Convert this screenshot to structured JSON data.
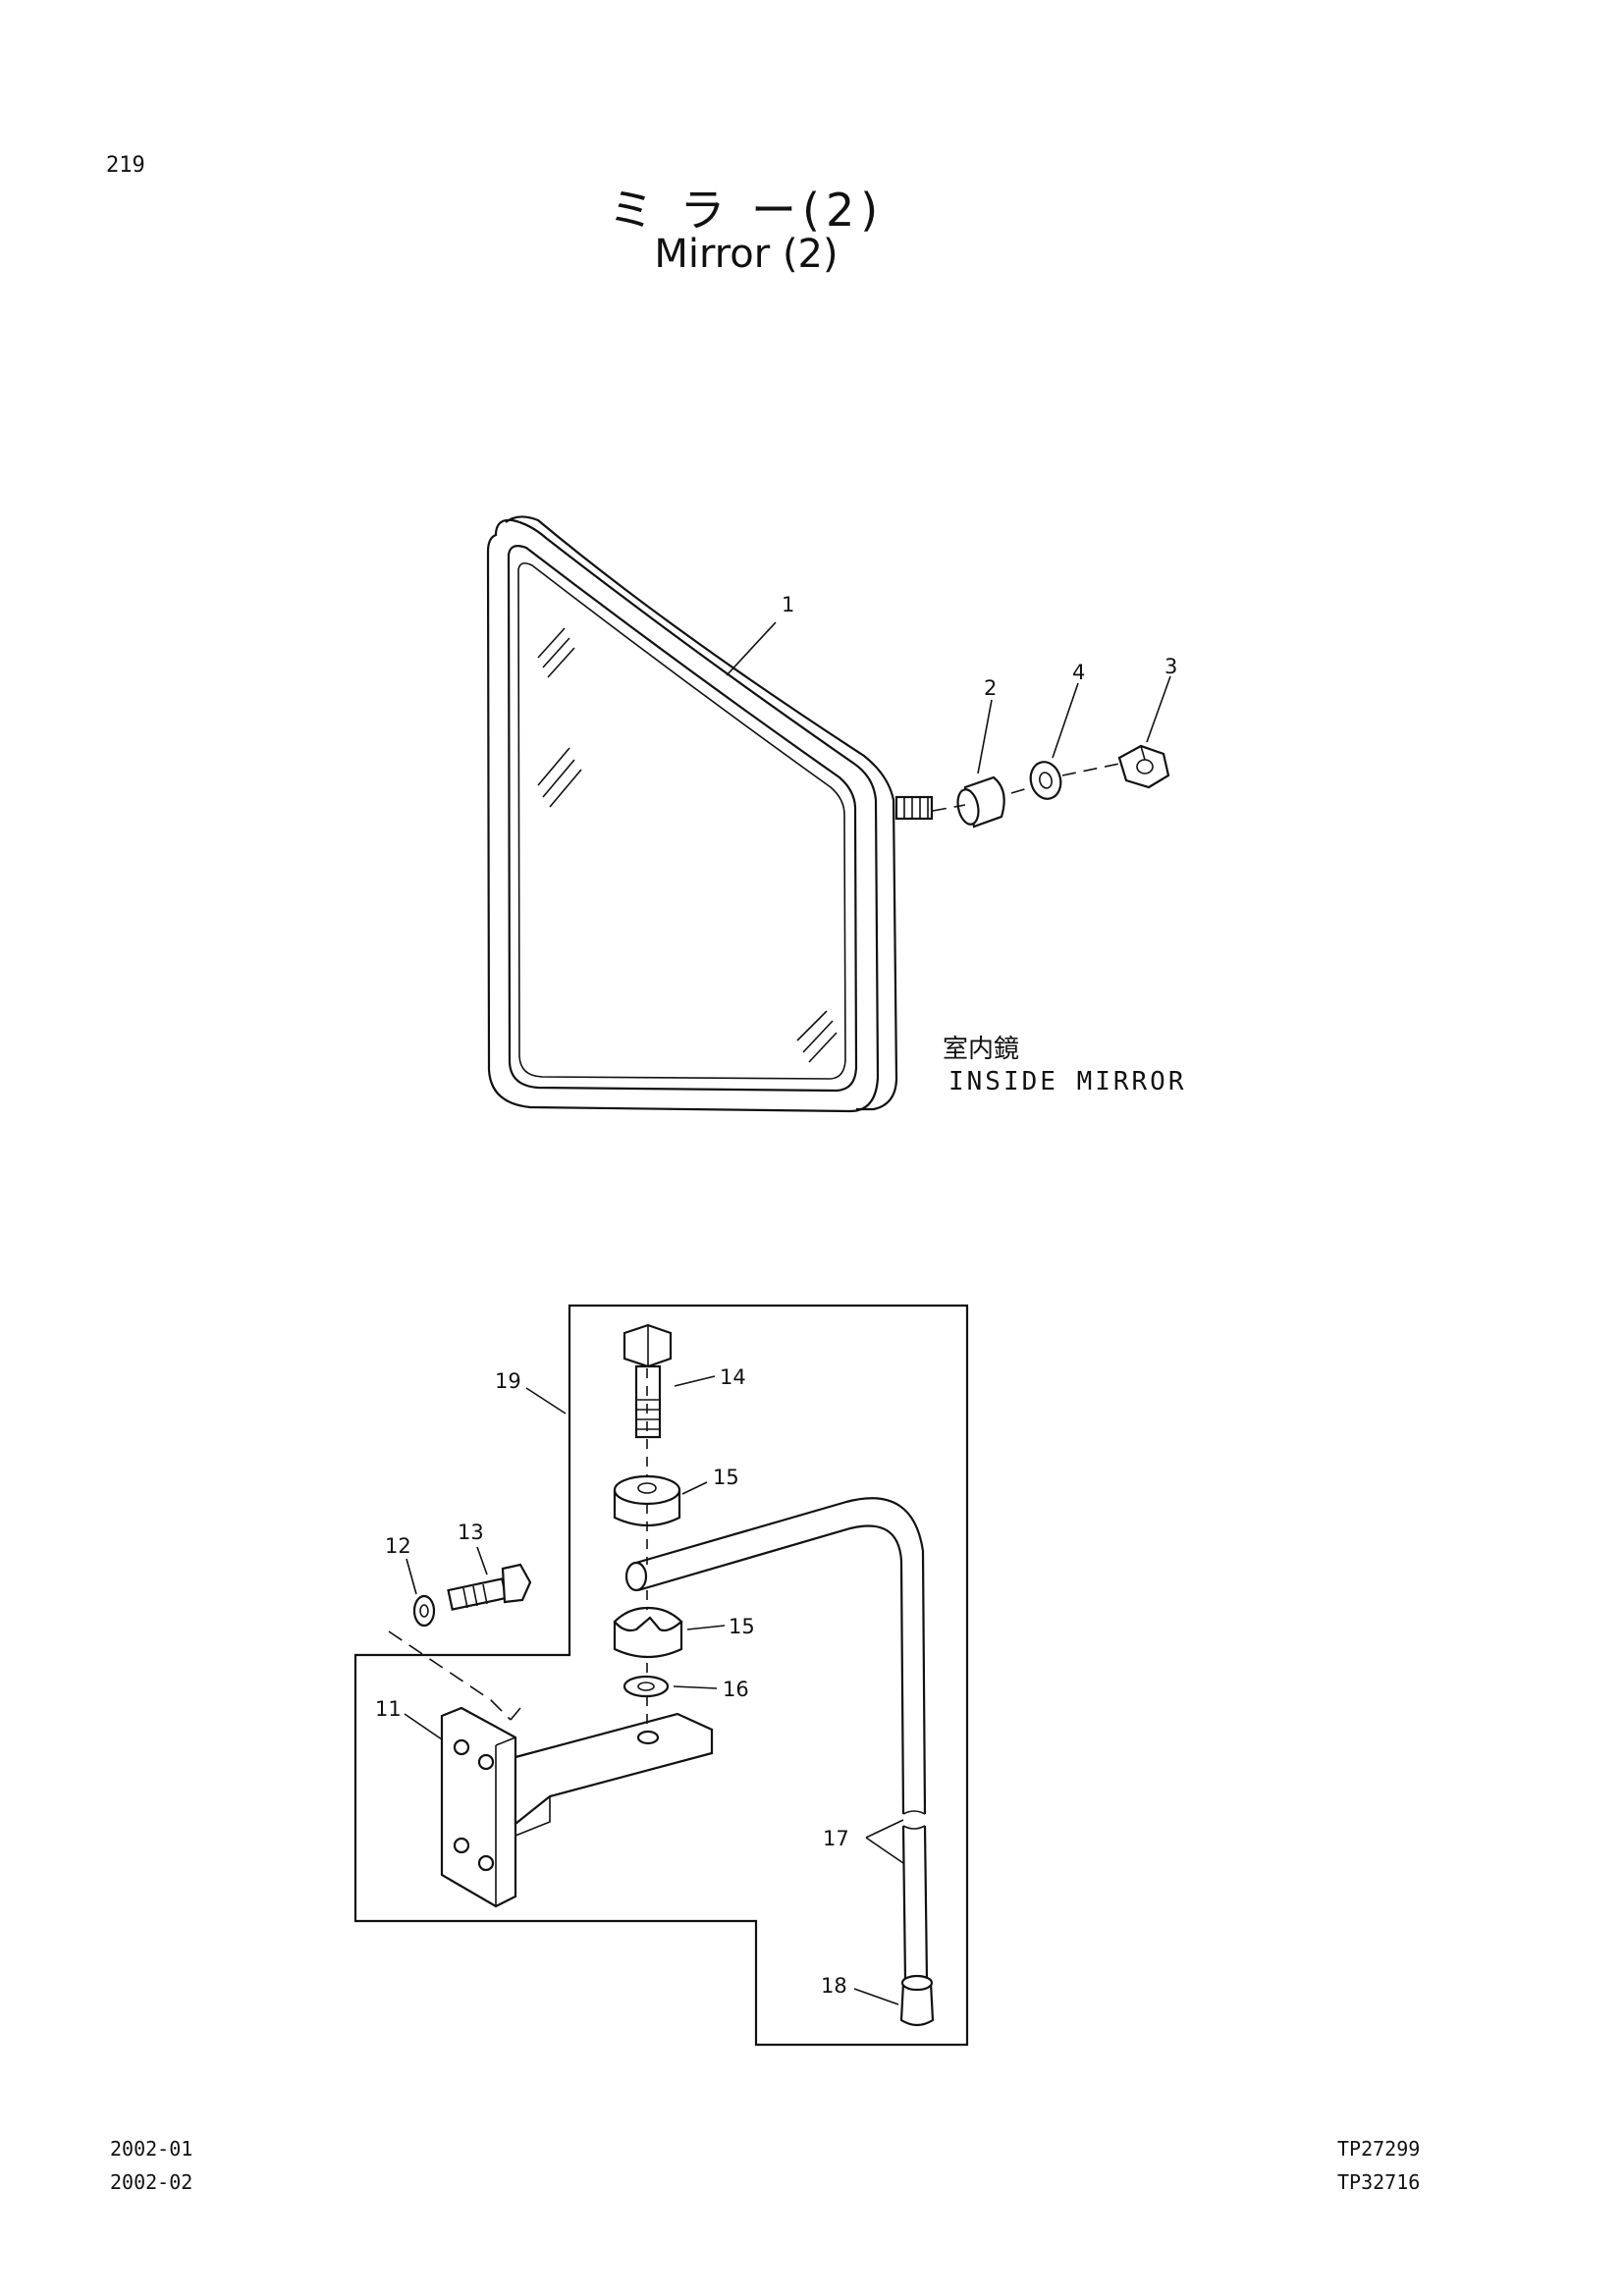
{
  "page_number": "219",
  "title_jp": "ミ ラ ー(2)",
  "title_en": "Mirror (2)",
  "caption_jp": "室内鏡",
  "caption_en": "INSIDE MIRROR",
  "parts": {
    "p1": "1",
    "p2": "2",
    "p3": "3",
    "p4": "4",
    "p11": "11",
    "p12": "12",
    "p13": "13",
    "p14": "14",
    "p15a": "15",
    "p15b": "15",
    "p16": "16",
    "p17": "17",
    "p18": "18",
    "p19": "19"
  },
  "footer_left": [
    "2002-01",
    "2002-02"
  ],
  "footer_right": [
    "TP27299",
    "TP32716"
  ]
}
